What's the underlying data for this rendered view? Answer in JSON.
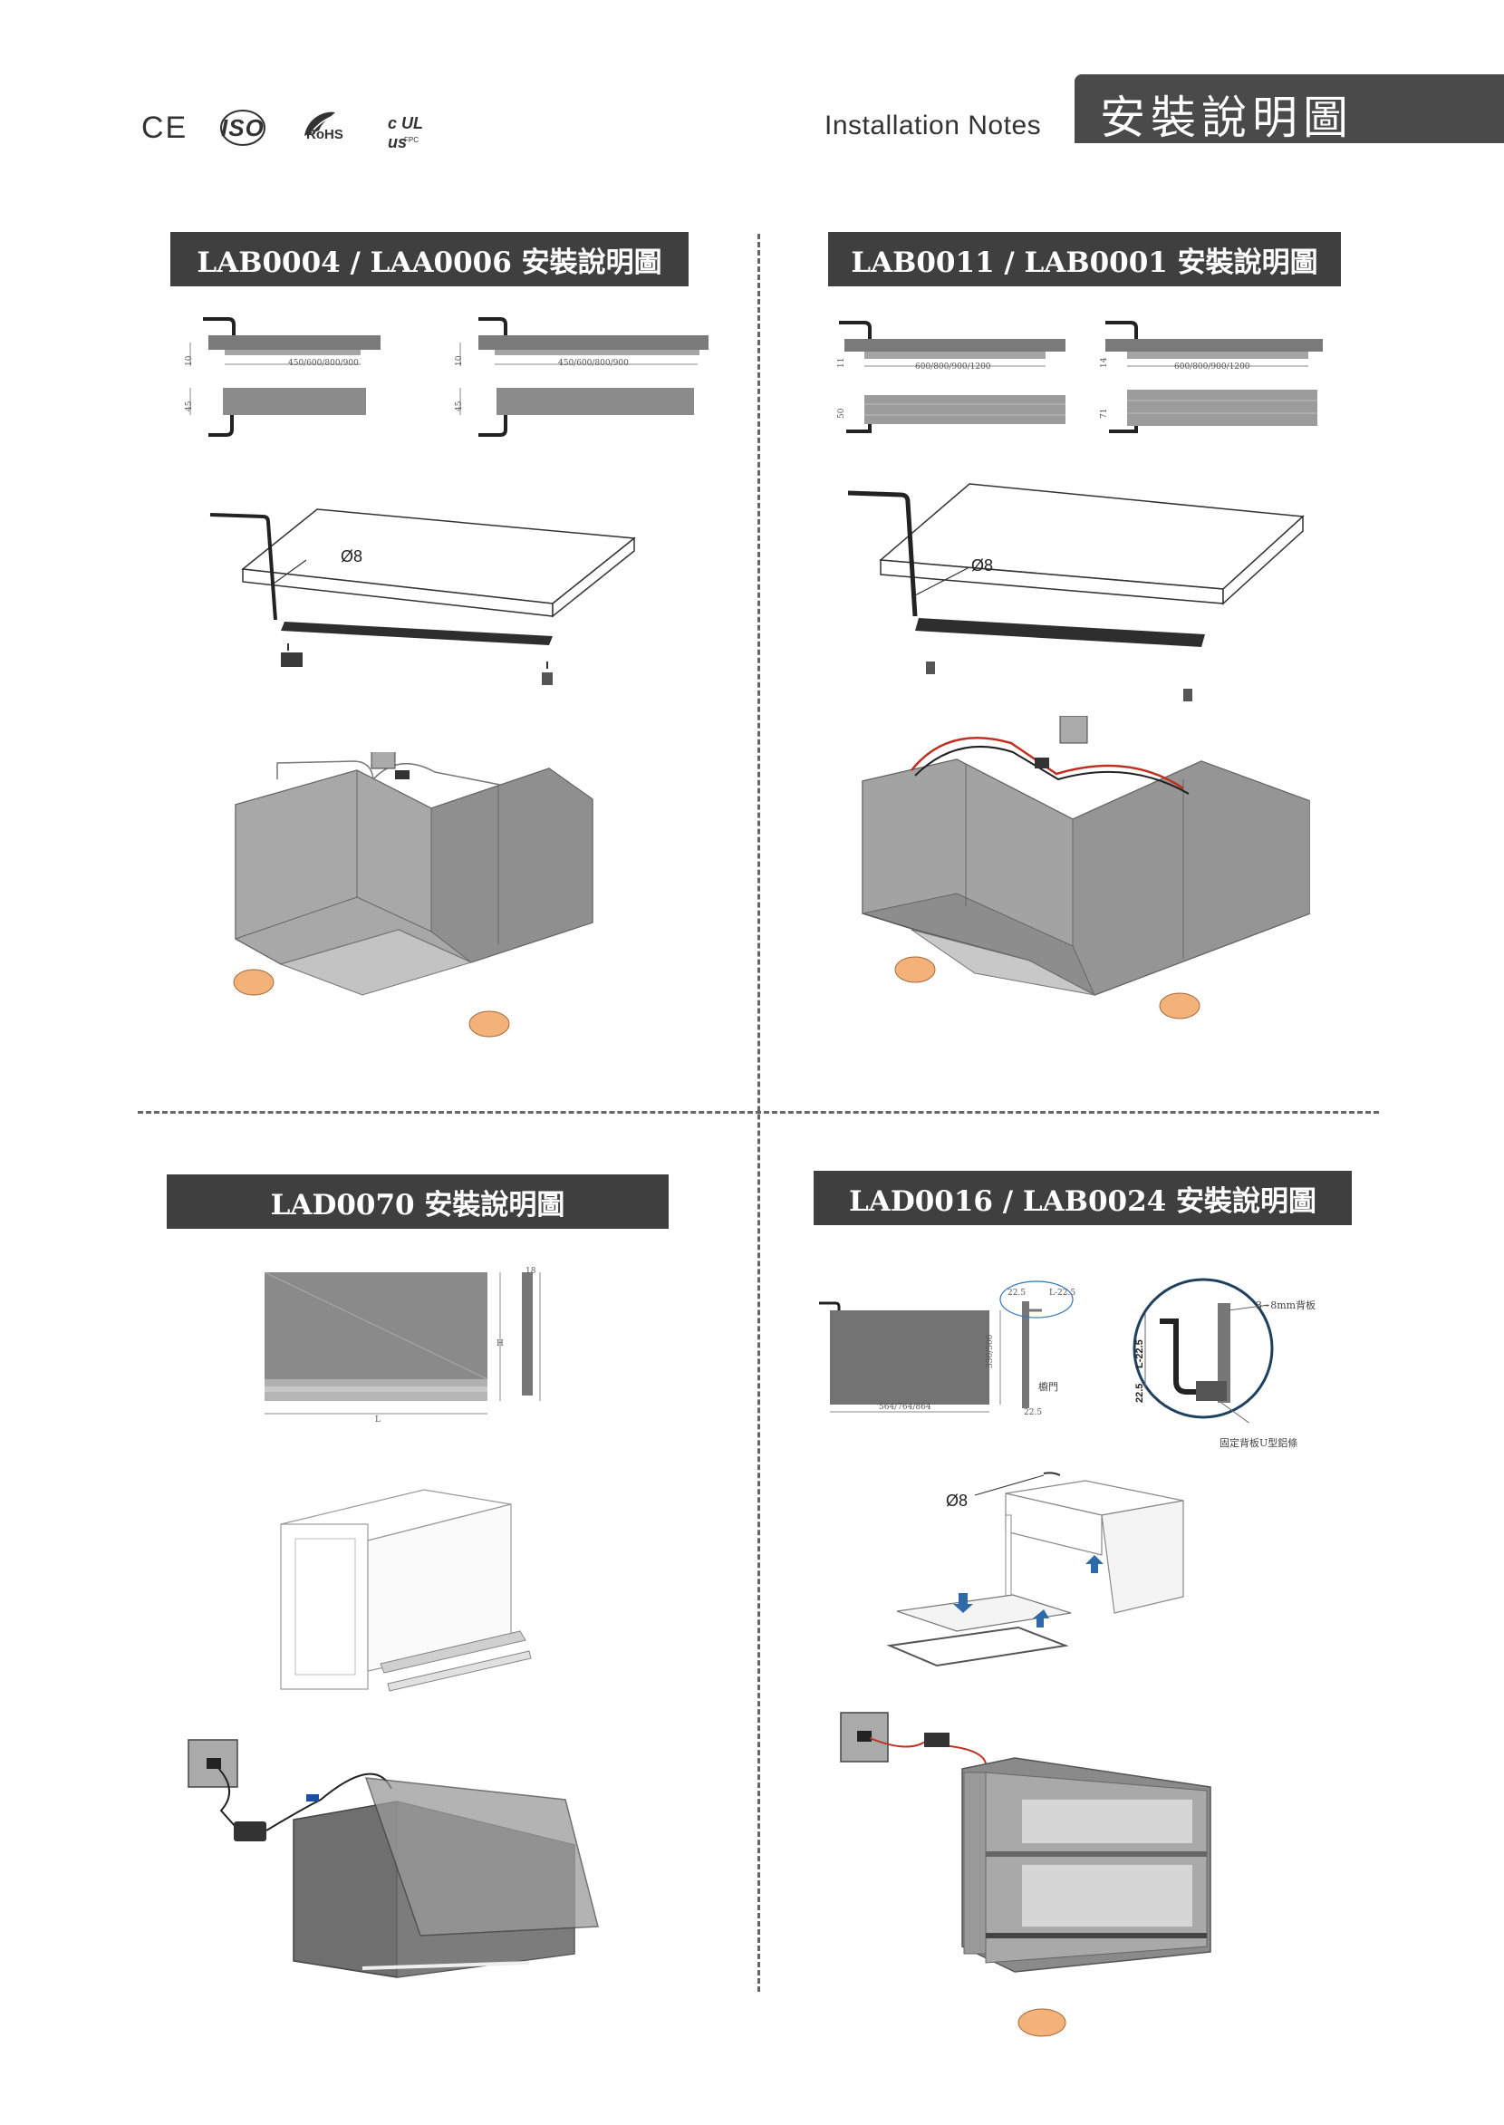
{
  "header": {
    "certifications": [
      {
        "name": "ce",
        "text": "CE"
      },
      {
        "name": "iso",
        "text": "ISO"
      },
      {
        "name": "rohs",
        "text": "RoHS"
      },
      {
        "name": "ul",
        "text": "c UL us",
        "sub": "FPC"
      }
    ],
    "notes_label": "Installation Notes",
    "title": "安裝說明圖"
  },
  "sections": [
    {
      "title": "LAB0004 / LAA0006 安裝說明圖",
      "dims": {
        "length": "450/600/800/900",
        "height": "10",
        "width": "45"
      },
      "hole": "Ø8"
    },
    {
      "title": "LAB0011 / LAB0001 安裝說明圖",
      "dims": {
        "length": "600/800/900/1200",
        "height_a": "11",
        "height_b": "14",
        "width_a": "50",
        "width_b": "71"
      },
      "hole": "Ø8"
    },
    {
      "title": "LAD0070 安裝說明圖",
      "dims": {
        "top": "18",
        "side": "H",
        "bottom": "L"
      }
    },
    {
      "title": "LAD0016 / LAB0024 安裝說明圖",
      "dims": {
        "length": "564/764/864",
        "height": "330/500",
        "top_a": "22.5",
        "top_b": "L-22.5",
        "bottom": "22.5",
        "zoom_v1": "L-22.5",
        "zoom_v2": "22.5"
      },
      "labels": {
        "door": "櫥門",
        "backboard": "3~8mm背板",
        "bracket": "固定背板U型鋁條"
      },
      "hole": "Ø8"
    }
  ]
}
